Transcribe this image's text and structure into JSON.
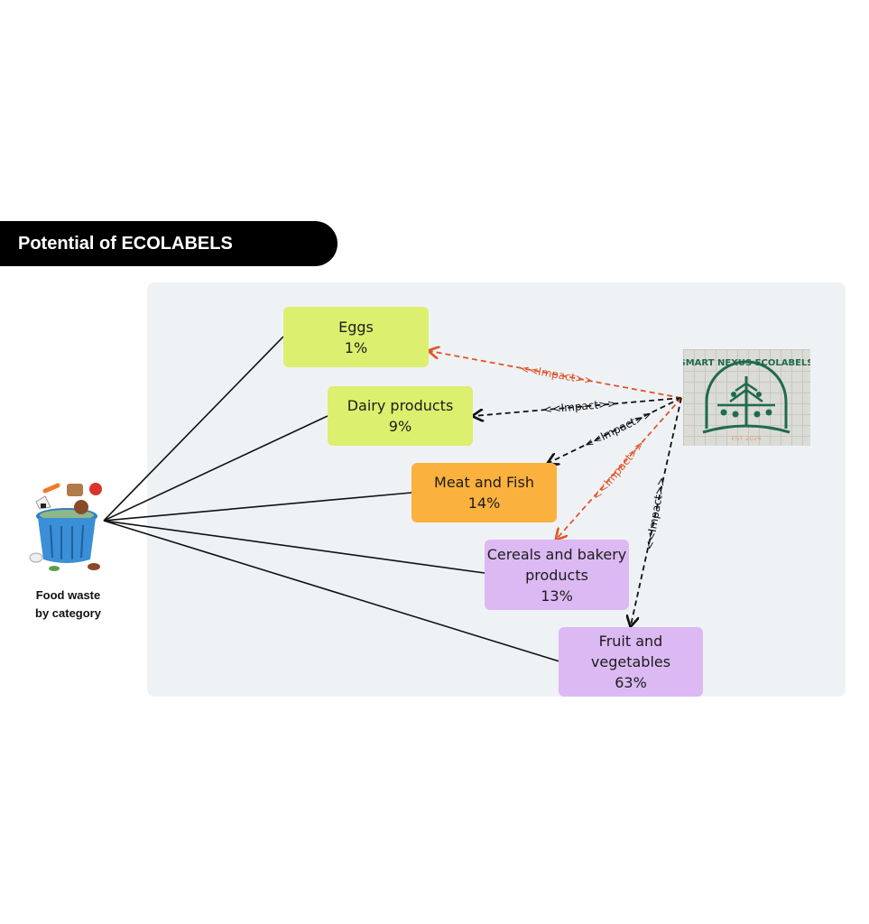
{
  "header": {
    "title": "Potential of ECOLABELS"
  },
  "source": {
    "label_line1": "Food waste",
    "label_line2": "by category",
    "icon": "trash-bin-icon"
  },
  "logo": {
    "text": "SMART NEXUS ECOLABELS",
    "est": "EST 2024",
    "icon": "tree-icon"
  },
  "categories": [
    {
      "name": "Eggs",
      "share": "1%",
      "color": "#dcef6e"
    },
    {
      "name": "Dairy products",
      "share": "9%",
      "color": "#dcef6e"
    },
    {
      "name": "Meat and Fish",
      "share": "14%",
      "color": "#fbb13d"
    },
    {
      "name_line1": "Cereals and bakery",
      "name_line2": "products",
      "share": "13%",
      "color": "#dcb9f3"
    },
    {
      "name_line1": "Fruit and",
      "name_line2": "vegetables",
      "share": "63%",
      "color": "#dcb9f3"
    }
  ],
  "impact_label": "<<Impact>>",
  "impact_links": [
    {
      "target": "Eggs",
      "color": "#e0552a"
    },
    {
      "target": "Dairy products",
      "color": "#111111"
    },
    {
      "target": "Meat and Fish",
      "color": "#111111"
    },
    {
      "target": "Cereals and bakery products",
      "color": "#e0552a"
    },
    {
      "target": "Fruit and vegetables",
      "color": "#111111"
    }
  ]
}
